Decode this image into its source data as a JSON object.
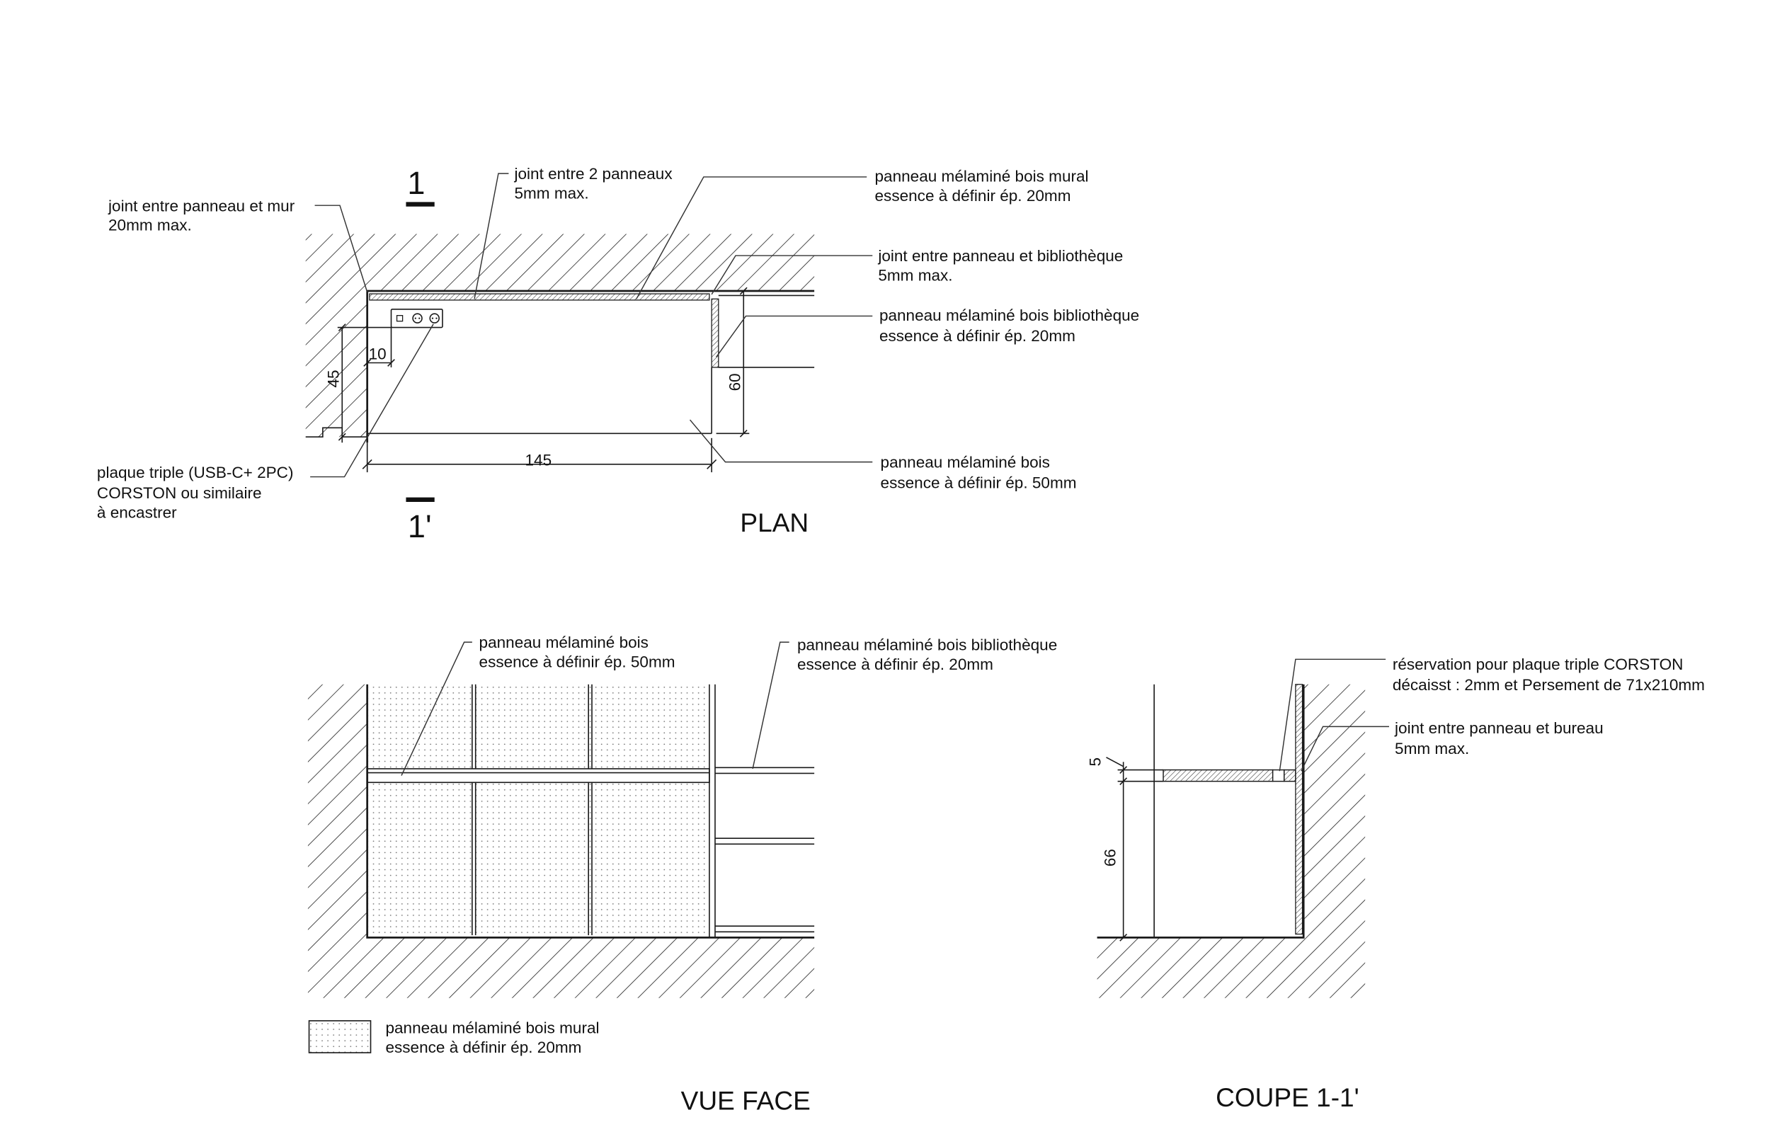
{
  "plan": {
    "title": "PLAN",
    "section_mark_top": "1",
    "section_mark_bottom": "1'",
    "label_joint_mur": [
      "joint entre panneau et mur",
      "20mm max."
    ],
    "label_joint_panneaux": [
      "joint entre 2 panneaux",
      "5mm max."
    ],
    "label_panneau_mural": [
      "panneau mélaminé bois mural",
      "essence à définir ép. 20mm"
    ],
    "label_joint_bibliotheque": [
      "joint entre panneau et bibliothèque",
      "5mm max."
    ],
    "label_panneau_bibliotheque": [
      "panneau mélaminé bois bibliothèque",
      "essence à définir ép. 20mm"
    ],
    "label_panneau_bureau": [
      "panneau mélaminé bois",
      "essence à définir ép. 50mm"
    ],
    "label_plaque": [
      "plaque triple (USB-C+ 2PC)",
      "CORSTON ou similaire",
      "à encastrer"
    ],
    "dimensions": {
      "plaque_offset": "10",
      "plaque_height": "45",
      "desk_length": "145",
      "desk_depth": "60"
    }
  },
  "vue_face": {
    "title": "VUE FACE",
    "label_panneau_bureau": [
      "panneau mélaminé bois",
      "essence à définir ép. 50mm"
    ],
    "label_panneau_bibliotheque": [
      "panneau mélaminé bois bibliothèque",
      "essence à définir ép. 20mm"
    ],
    "legend": {
      "label": [
        "panneau mélaminé bois mural",
        "essence à définir ép. 20mm"
      ]
    }
  },
  "coupe": {
    "title": "COUPE 1-1'",
    "label_reservation": [
      "réservation pour plaque triple CORSTON",
      "décaisst : 2mm et Persement de 71x210mm"
    ],
    "label_joint_bureau": [
      "joint entre panneau et bureau",
      "5mm max."
    ],
    "dimensions": {
      "desk_thickness": "5",
      "desk_height": "66"
    }
  },
  "colors": {
    "line": "#1a1a1a",
    "background": "#ffffff"
  }
}
